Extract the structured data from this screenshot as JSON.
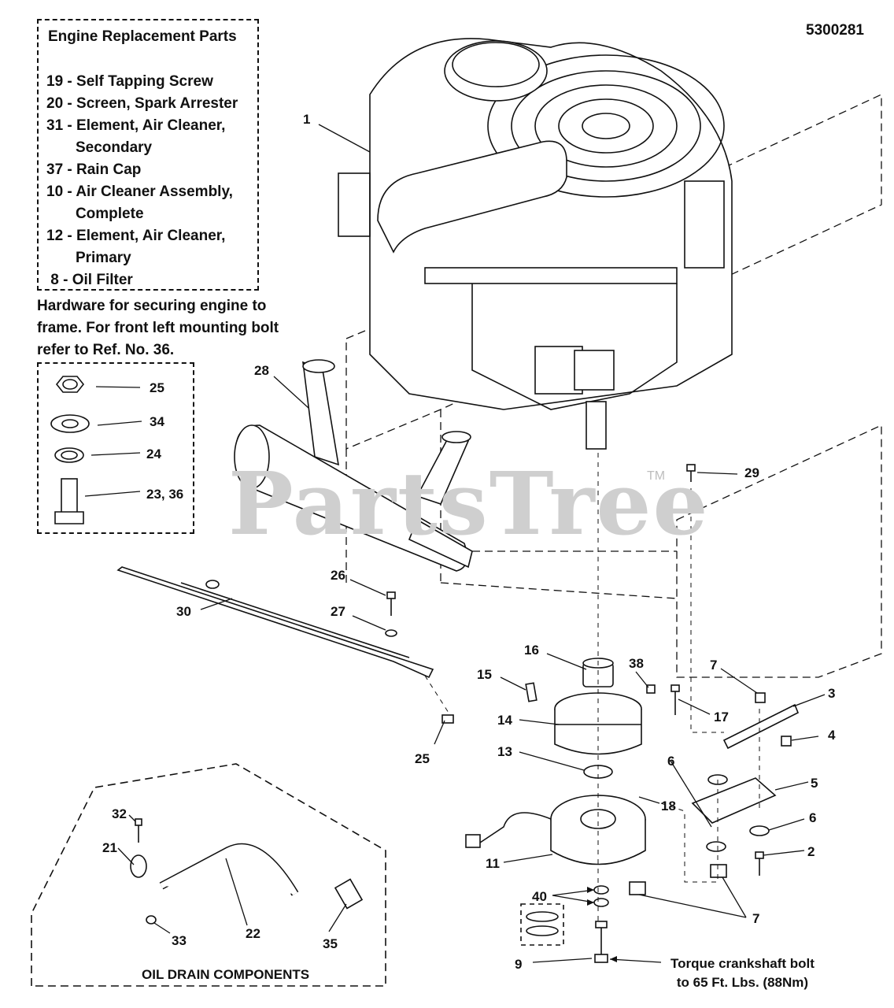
{
  "diagram_number": "5300281",
  "reference_box": {
    "title": "Engine Replacement Parts",
    "items": [
      "19 - Self Tapping Screw",
      "20 - Screen, Spark Arrester",
      "31 - Element, Air Cleaner,",
      "       Secondary",
      "37 - Rain Cap",
      "10 - Air Cleaner Assembly,",
      "       Complete",
      "12 - Element, Air Cleaner,",
      "       Primary",
      " 8 - Oil Filter"
    ]
  },
  "hardware_note": "Hardware for securing engine to frame.  For front left mounting bolt refer to Ref. No. 36.",
  "hardware_callouts": {
    "nut": "25",
    "lockwasher": "34",
    "split_washer": "24",
    "bolt": "23, 36"
  },
  "callouts": {
    "c1": "1",
    "c28": "28",
    "c29": "29",
    "c26": "26",
    "c27": "27",
    "c30": "30",
    "c25b": "25",
    "c16": "16",
    "c38": "38",
    "c15": "15",
    "c14": "14",
    "c13": "13",
    "c7a": "7",
    "c3": "3",
    "c17": "17",
    "c4": "4",
    "c6a": "6",
    "c5": "5",
    "c6b": "6",
    "c2": "2",
    "c11": "11",
    "c18": "18",
    "c7b": "7",
    "c40": "40",
    "c9": "9",
    "c32": "32",
    "c21": "21",
    "c22": "22",
    "c33": "33",
    "c35": "35"
  },
  "oil_drain_label": "OIL DRAIN COMPONENTS",
  "torque_note": [
    "Torque crankshaft bolt",
    "to 65 Ft. Lbs. (88Nm)"
  ],
  "watermark": "PartsTree",
  "trademark": "TM"
}
